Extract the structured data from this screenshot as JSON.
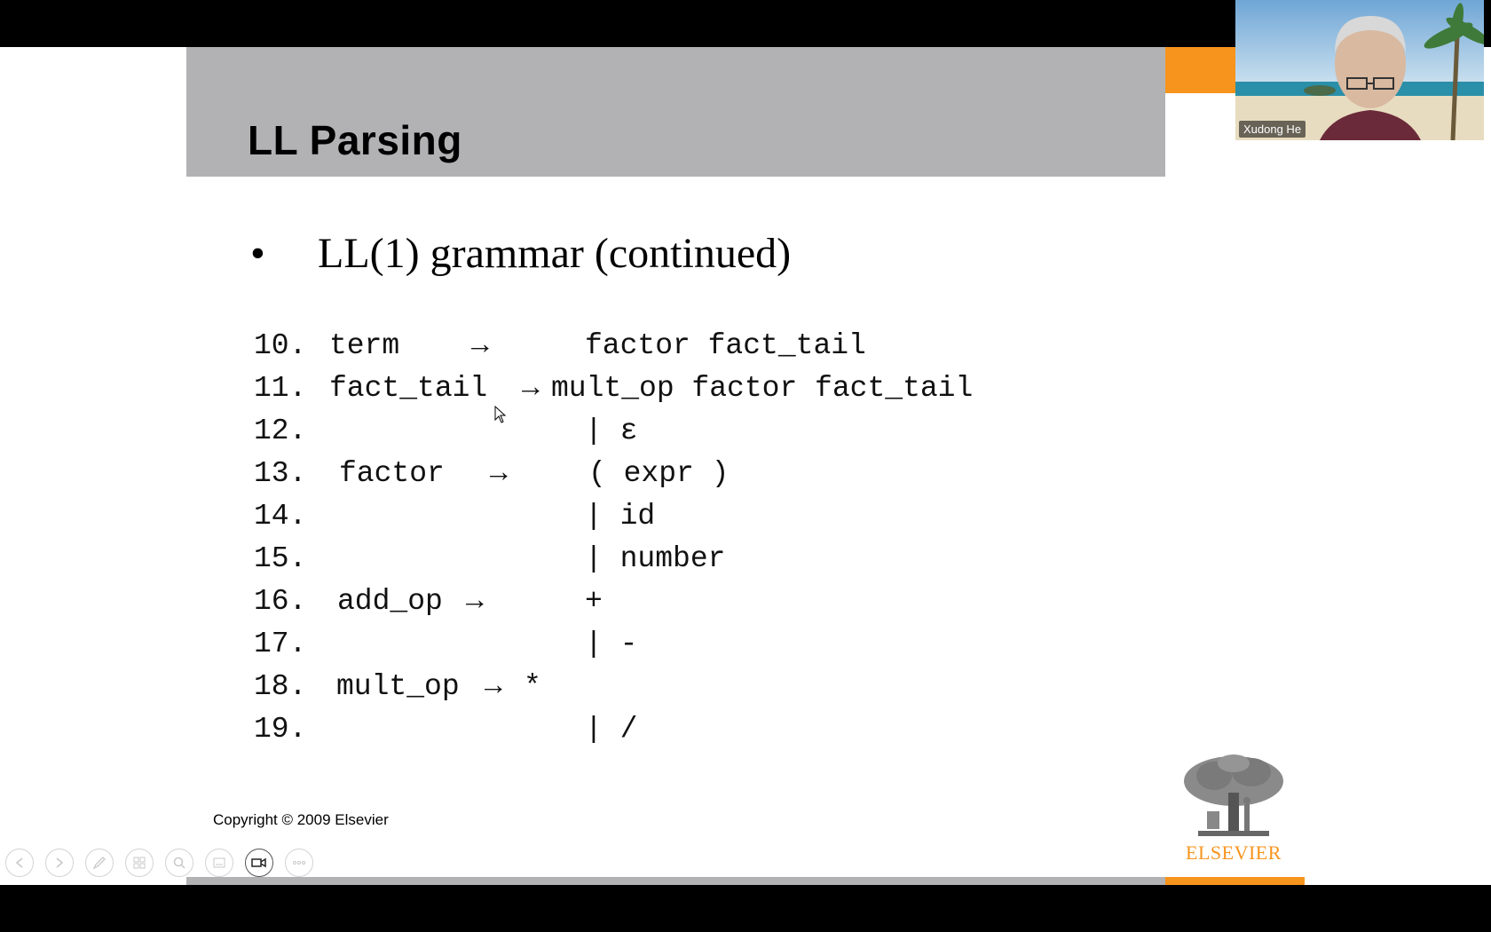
{
  "slide": {
    "title": "LL Parsing",
    "bullet": "LL(1) grammar (continued)",
    "bullet_symbol": "•",
    "grammar": [
      {
        "num": "10.",
        "parts": [
          "term",
          "→",
          "factor fact_tail"
        ]
      },
      {
        "num": "11.",
        "parts": [
          "fact_tail",
          "→",
          "mult_op factor fact_tail"
        ]
      },
      {
        "num": "12.",
        "parts": [
          "",
          "",
          "| ε"
        ]
      },
      {
        "num": "13.",
        "parts": [
          "factor",
          "→",
          "( expr )"
        ]
      },
      {
        "num": "14.",
        "parts": [
          "",
          "",
          "| id"
        ]
      },
      {
        "num": "15.",
        "parts": [
          "",
          "",
          "| number"
        ]
      },
      {
        "num": "16.",
        "parts": [
          "add_op",
          "→",
          "+"
        ]
      },
      {
        "num": "17.",
        "parts": [
          "",
          "",
          "| -"
        ]
      },
      {
        "num": "18.",
        "parts": [
          "mult_op",
          "→",
          "*"
        ]
      },
      {
        "num": "19.",
        "parts": [
          "",
          "",
          "| /"
        ]
      }
    ],
    "copyright": "Copyright © 2009 Elsevier",
    "logo_text": "ELSEVIER"
  },
  "toolbar": {
    "buttons": [
      "previous-slide",
      "next-slide",
      "pen",
      "slide-sorter",
      "zoom",
      "subtitles",
      "camera",
      "more-options"
    ],
    "active": "camera"
  },
  "video": {
    "participant_name": "Xudong He"
  },
  "colors": {
    "accent_orange": "#f7941d",
    "header_gray": "#b2b2b4"
  }
}
